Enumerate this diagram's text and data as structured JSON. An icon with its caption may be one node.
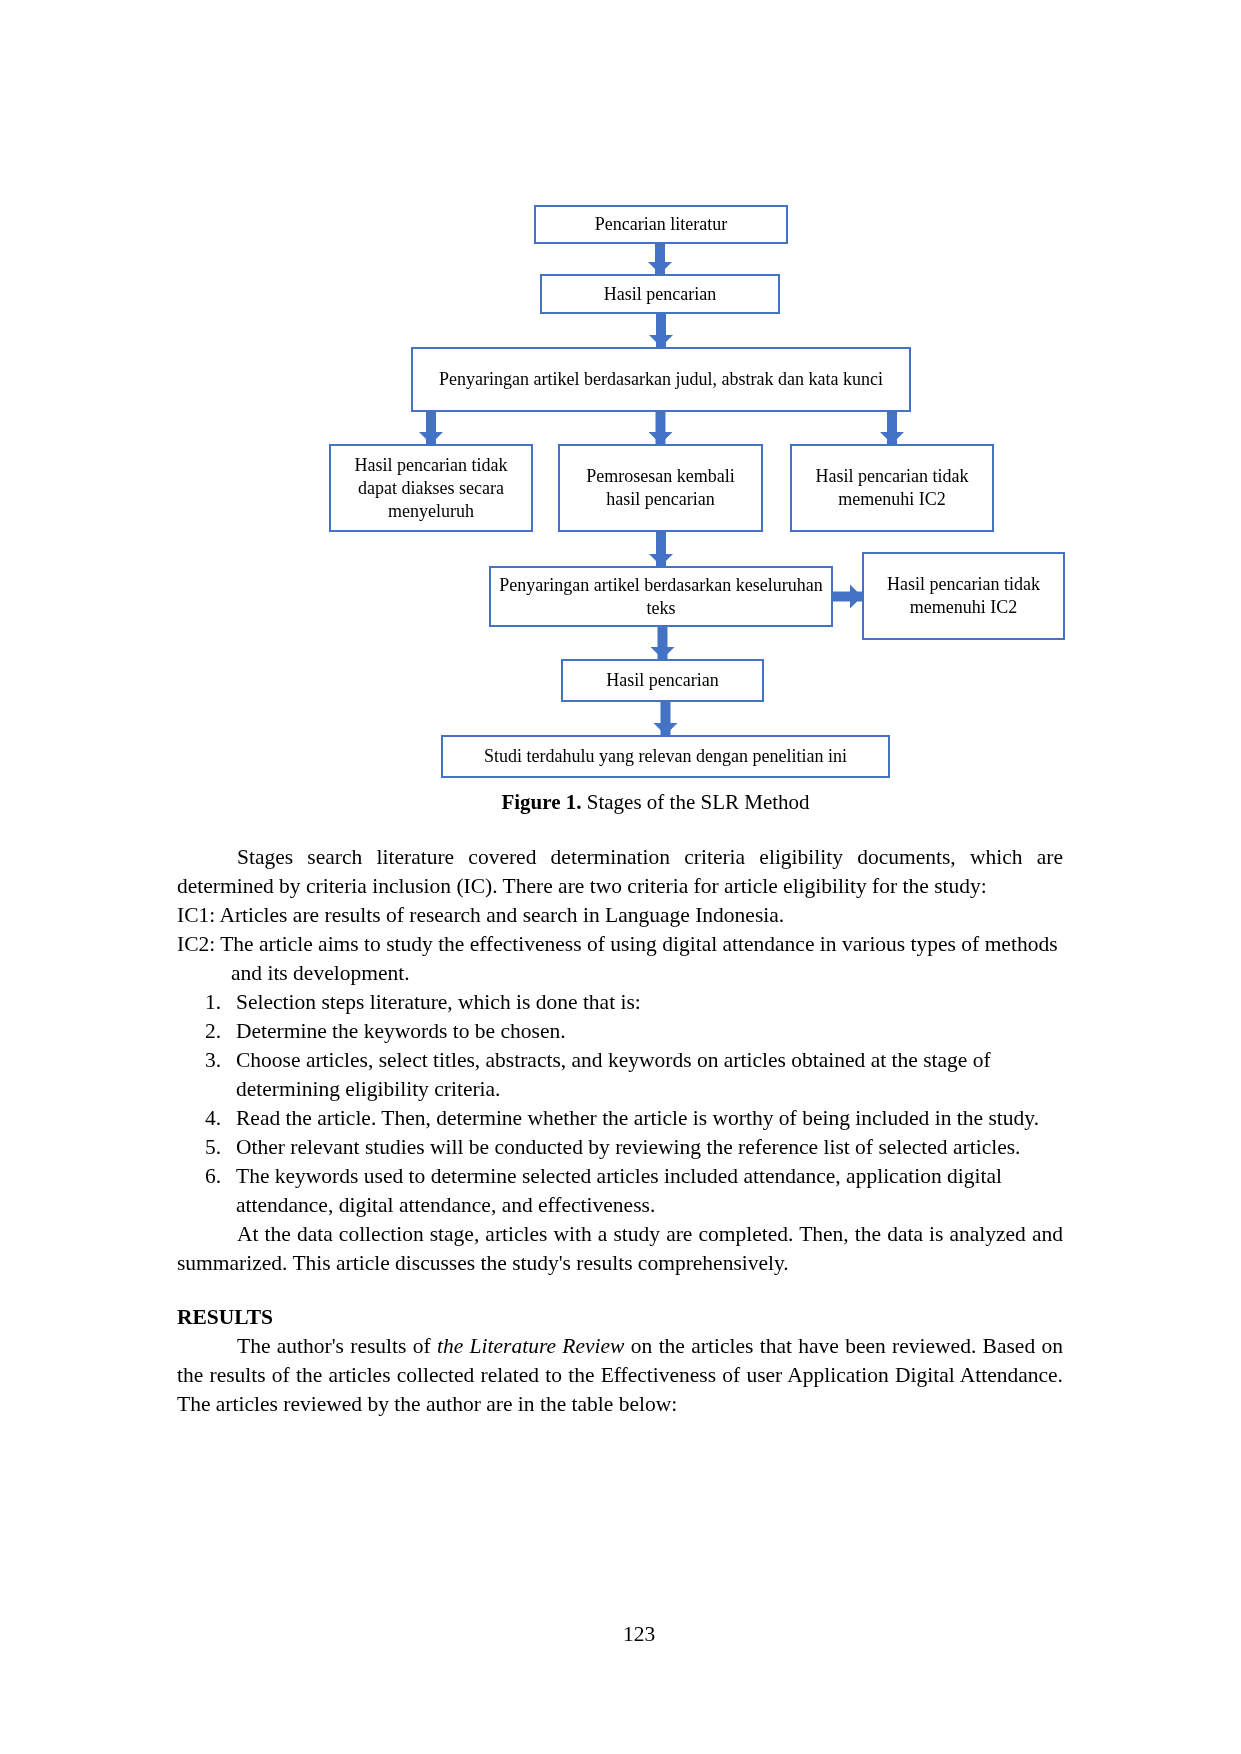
{
  "diagram": {
    "caption": "**Figure 1.** Stages of the SLR Method",
    "nodes": [
      {
        "text": [
          "Pencarian literatur"
        ]
      },
      {
        "text": [
          "Hasil pencarian"
        ]
      },
      {
        "text": [
          "Penyaringan artikel berdasarkan judul, abstrak dan kata kunci"
        ]
      },
      {
        "text": [
          "Hasil pencarian tidak dapat diakses secara menyeluruh"
        ]
      },
      {
        "text": [
          "Pemrosesan kembali hasil pencarian"
        ]
      },
      {
        "text": [
          "Hasil pencarian tidak memenuhi IC2"
        ]
      },
      {
        "text": [
          "Penyaringan artikel berdasarkan keseluruhan teks"
        ]
      },
      {
        "text": [
          "Hasil pencarian tidak memenuhi IC2"
        ]
      },
      {
        "text": [
          "Hasil pencarian"
        ]
      },
      {
        "text": [
          "Studi terdahulu yang relevan dengan penelitian ini"
        ]
      }
    ],
    "edges": [
      {
        "from": 0,
        "to": 1,
        "arrow": "to"
      },
      {
        "from": 1,
        "to": 2,
        "arrow": "to"
      },
      {
        "from": 2,
        "to": 3,
        "arrow": "to"
      },
      {
        "from": 2,
        "to": 4,
        "arrow": "to"
      },
      {
        "from": 2,
        "to": 5,
        "arrow": "to"
      },
      {
        "from": 4,
        "to": 6,
        "arrow": "to"
      },
      {
        "from": 6,
        "to": 7,
        "arrow": "to"
      },
      {
        "from": 6,
        "to": 8,
        "arrow": "to"
      },
      {
        "from": 8,
        "to": 9,
        "arrow": "to"
      }
    ],
    "labels": [
      "Stages search literature covered determination criteria eligibility documents, which are determined by criteria inclusion (IC). There are two criteria for article eligibility for the study:",
      "IC1: Articles are results of research and search in Language Indonesia.",
      "IC2: The article aims to study the effectiveness of using digital attendance in various types of methods and its development.",
      "1.",
      "Selection steps literature, which is done that is:",
      "2.",
      "Determine the keywords to be chosen.",
      "3.",
      "Choose articles, select titles, abstracts, and keywords on articles obtained at the stage of determining eligibility criteria.",
      "4.",
      "Read the article. Then, determine whether the article is worthy of being included in the study.",
      "5.",
      "Other relevant studies will be conducted by reviewing the reference list of selected articles.",
      "6.",
      "The keywords used to determine selected articles included attendance, application digital attendance, digital attendance, and effectiveness.",
      "At the data collection stage, articles with a study are completed. Then, the data is analyzed and summarized. This article discusses the study's results comprehensively.",
      "RESULTS",
      "The author's results of *the Literature Review* on the articles that have been reviewed. Based on the results of the articles collected related to the Effectiveness of user Application Digital Attendance. The articles reviewed by the author are in the table below:",
      "123"
    ]
  }
}
